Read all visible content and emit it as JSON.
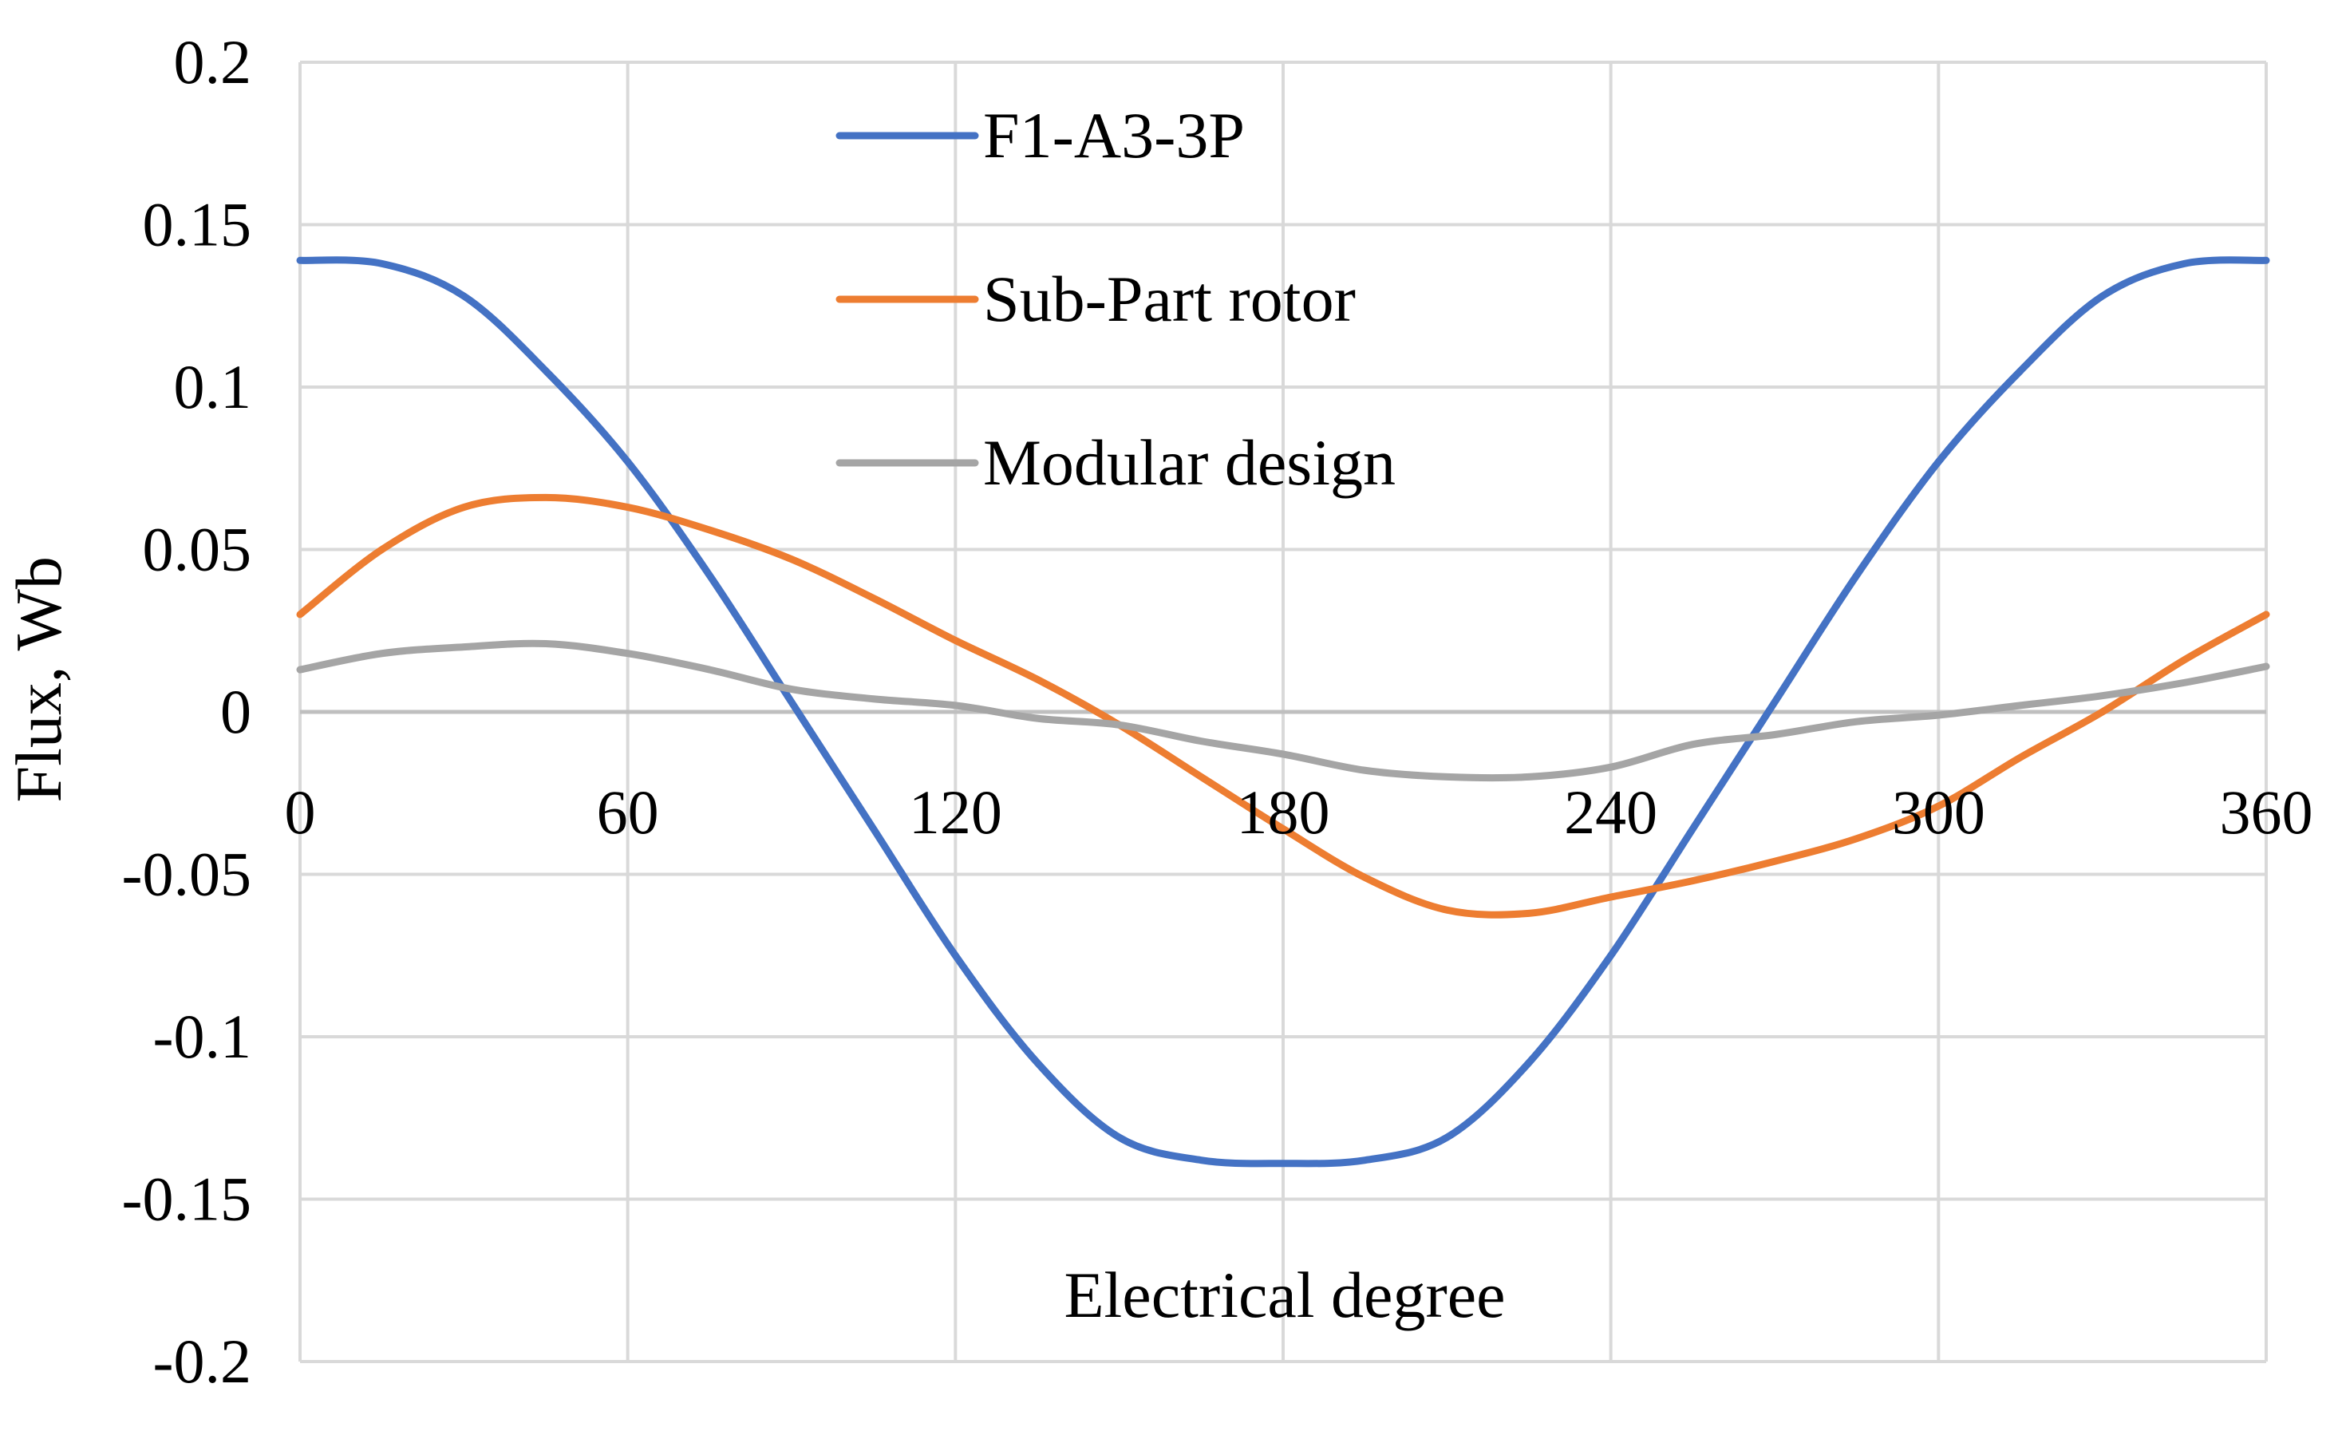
{
  "chart_data": {
    "type": "line",
    "title": "",
    "xlabel": "Electrical degree",
    "ylabel": "Flux, Wb",
    "xlim": [
      0,
      360
    ],
    "ylim": [
      -0.2,
      0.2
    ],
    "x_ticks": [
      0,
      60,
      120,
      180,
      240,
      300,
      360
    ],
    "x_tick_labels": [
      "0",
      "60",
      "120",
      "180",
      "240",
      "300",
      "360"
    ],
    "y_ticks": [
      0.2,
      0.15,
      0.1,
      0.05,
      0,
      -0.05,
      -0.1,
      -0.15,
      -0.2
    ],
    "y_tick_labels": [
      "0.2",
      "0.15",
      "0.1",
      "0.05",
      "0",
      "-0.05",
      "-0.1",
      "-0.15",
      "-0.2"
    ],
    "grid": true,
    "legend_position": "top-center",
    "x": [
      0,
      15,
      30,
      45,
      60,
      75,
      90,
      105,
      120,
      135,
      150,
      165,
      180,
      195,
      210,
      225,
      240,
      255,
      270,
      285,
      300,
      315,
      330,
      345,
      360
    ],
    "series": [
      {
        "name": "F1-A3-3P",
        "color": "#4472c4",
        "values": [
          0.139,
          0.138,
          0.128,
          0.105,
          0.077,
          0.042,
          0.003,
          -0.036,
          -0.075,
          -0.108,
          -0.131,
          -0.138,
          -0.139,
          -0.138,
          -0.131,
          -0.108,
          -0.075,
          -0.036,
          0.003,
          0.042,
          0.077,
          0.105,
          0.128,
          0.138,
          0.139
        ]
      },
      {
        "name": "Sub-Part rotor",
        "color": "#ed7d31",
        "values": [
          0.03,
          0.05,
          0.063,
          0.066,
          0.063,
          0.056,
          0.047,
          0.035,
          0.022,
          0.01,
          -0.004,
          -0.02,
          -0.036,
          -0.051,
          -0.061,
          -0.062,
          -0.057,
          -0.052,
          -0.046,
          -0.039,
          -0.029,
          -0.014,
          0.0,
          0.016,
          0.03
        ]
      },
      {
        "name": "Modular design",
        "color": "#a5a5a5",
        "values": [
          0.013,
          0.018,
          0.02,
          0.021,
          0.018,
          0.013,
          0.007,
          0.004,
          0.002,
          -0.002,
          -0.004,
          -0.009,
          -0.013,
          -0.018,
          -0.02,
          -0.02,
          -0.017,
          -0.01,
          -0.007,
          -0.003,
          -0.001,
          0.002,
          0.005,
          0.009,
          0.014
        ]
      }
    ]
  }
}
